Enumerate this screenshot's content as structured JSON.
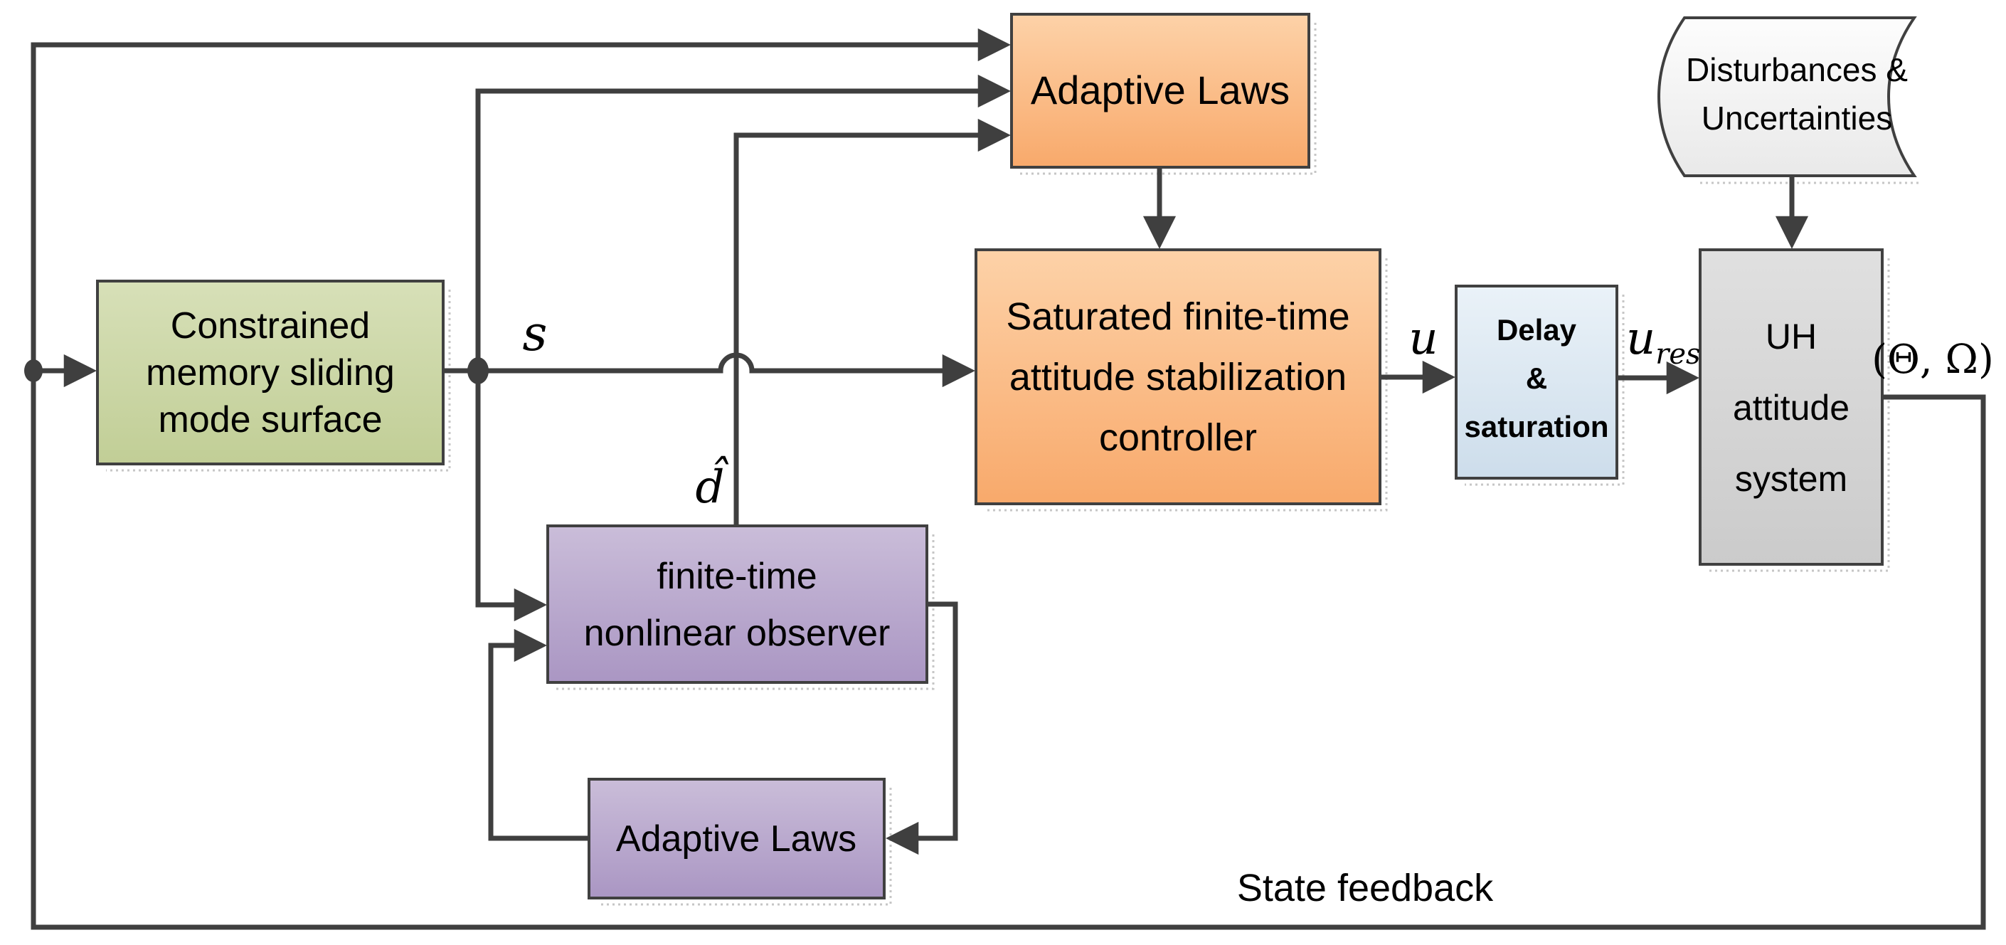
{
  "colors": {
    "line": "#3f3f3f",
    "box_border": "#404040",
    "green_top": "#d7e0b8",
    "green_bottom": "#c1ce96",
    "orange_top": "#fdd2a8",
    "orange_bottom": "#f8a96b",
    "purple_top": "#cabdd9",
    "purple_bottom": "#aa96c3",
    "blue_top": "#eaf2f8",
    "blue_bottom": "#cdddeb",
    "gray_top": "#e0e0e0",
    "gray_bottom": "#cbcbcb",
    "flag_top": "#fdfdfd",
    "flag_bottom": "#e9e9e9",
    "text": "#000000"
  },
  "labels": {
    "s": "s",
    "d_hat": "d̂",
    "u": "u",
    "u_res_base": "u",
    "u_res_sub": "res",
    "theta_omega": "(Θ, Ω)",
    "state_feedback": "State feedback"
  },
  "blocks": {
    "sliding_surface": {
      "lines": [
        "Constrained",
        "memory sliding",
        "mode surface"
      ]
    },
    "adaptive_laws_top": {
      "label": "Adaptive Laws"
    },
    "controller": {
      "lines": [
        "Saturated finite-time",
        "attitude stabilization",
        "controller"
      ]
    },
    "delay_saturation": {
      "lines": [
        "Delay",
        "&",
        "saturation"
      ]
    },
    "uh_system": {
      "lines": [
        "UH",
        "attitude",
        "system"
      ]
    },
    "disturbances": {
      "lines": [
        "Disturbances &",
        "Uncertainties"
      ]
    },
    "observer": {
      "lines": [
        "finite-time",
        "nonlinear observer"
      ]
    },
    "adaptive_laws_bottom": {
      "label": "Adaptive Laws"
    }
  }
}
